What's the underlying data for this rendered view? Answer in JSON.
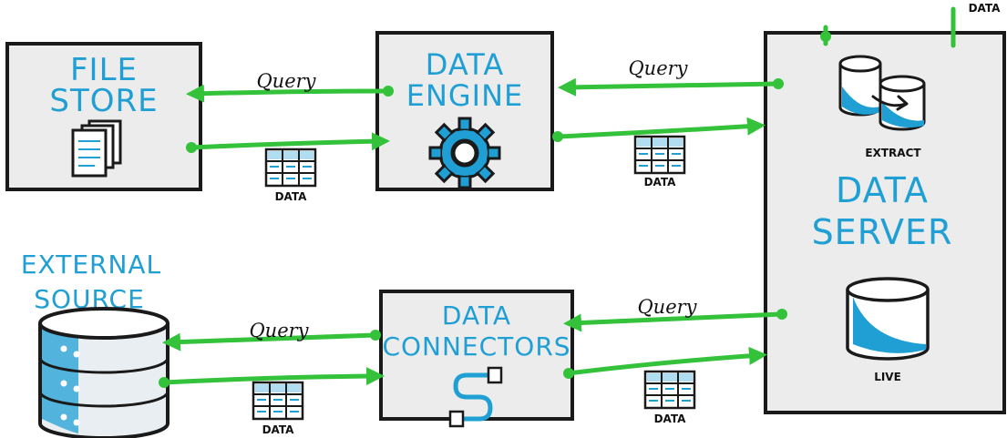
{
  "nodes": {
    "file_store": {
      "line1": "FILE",
      "line2": "STORE"
    },
    "data_engine": {
      "line1": "DATA",
      "line2": "ENGINE"
    },
    "data_server": {
      "line1": "DATA",
      "line2": "SERVER",
      "extract_label": "EXTRACT",
      "live_label": "LIVE",
      "corner_label": "DATA"
    },
    "external_source": {
      "line1": "EXTERNAL",
      "line2": "SOURCE"
    },
    "data_connectors": {
      "line1": "DATA",
      "line2": "CONNECTORS"
    }
  },
  "edges": {
    "query_label": "Query",
    "data_label": "DATA"
  },
  "colors": {
    "arrow": "#33c23a",
    "title": "#1f9fd4",
    "box_fill": "#ececec",
    "ink": "#1a1a1a"
  }
}
